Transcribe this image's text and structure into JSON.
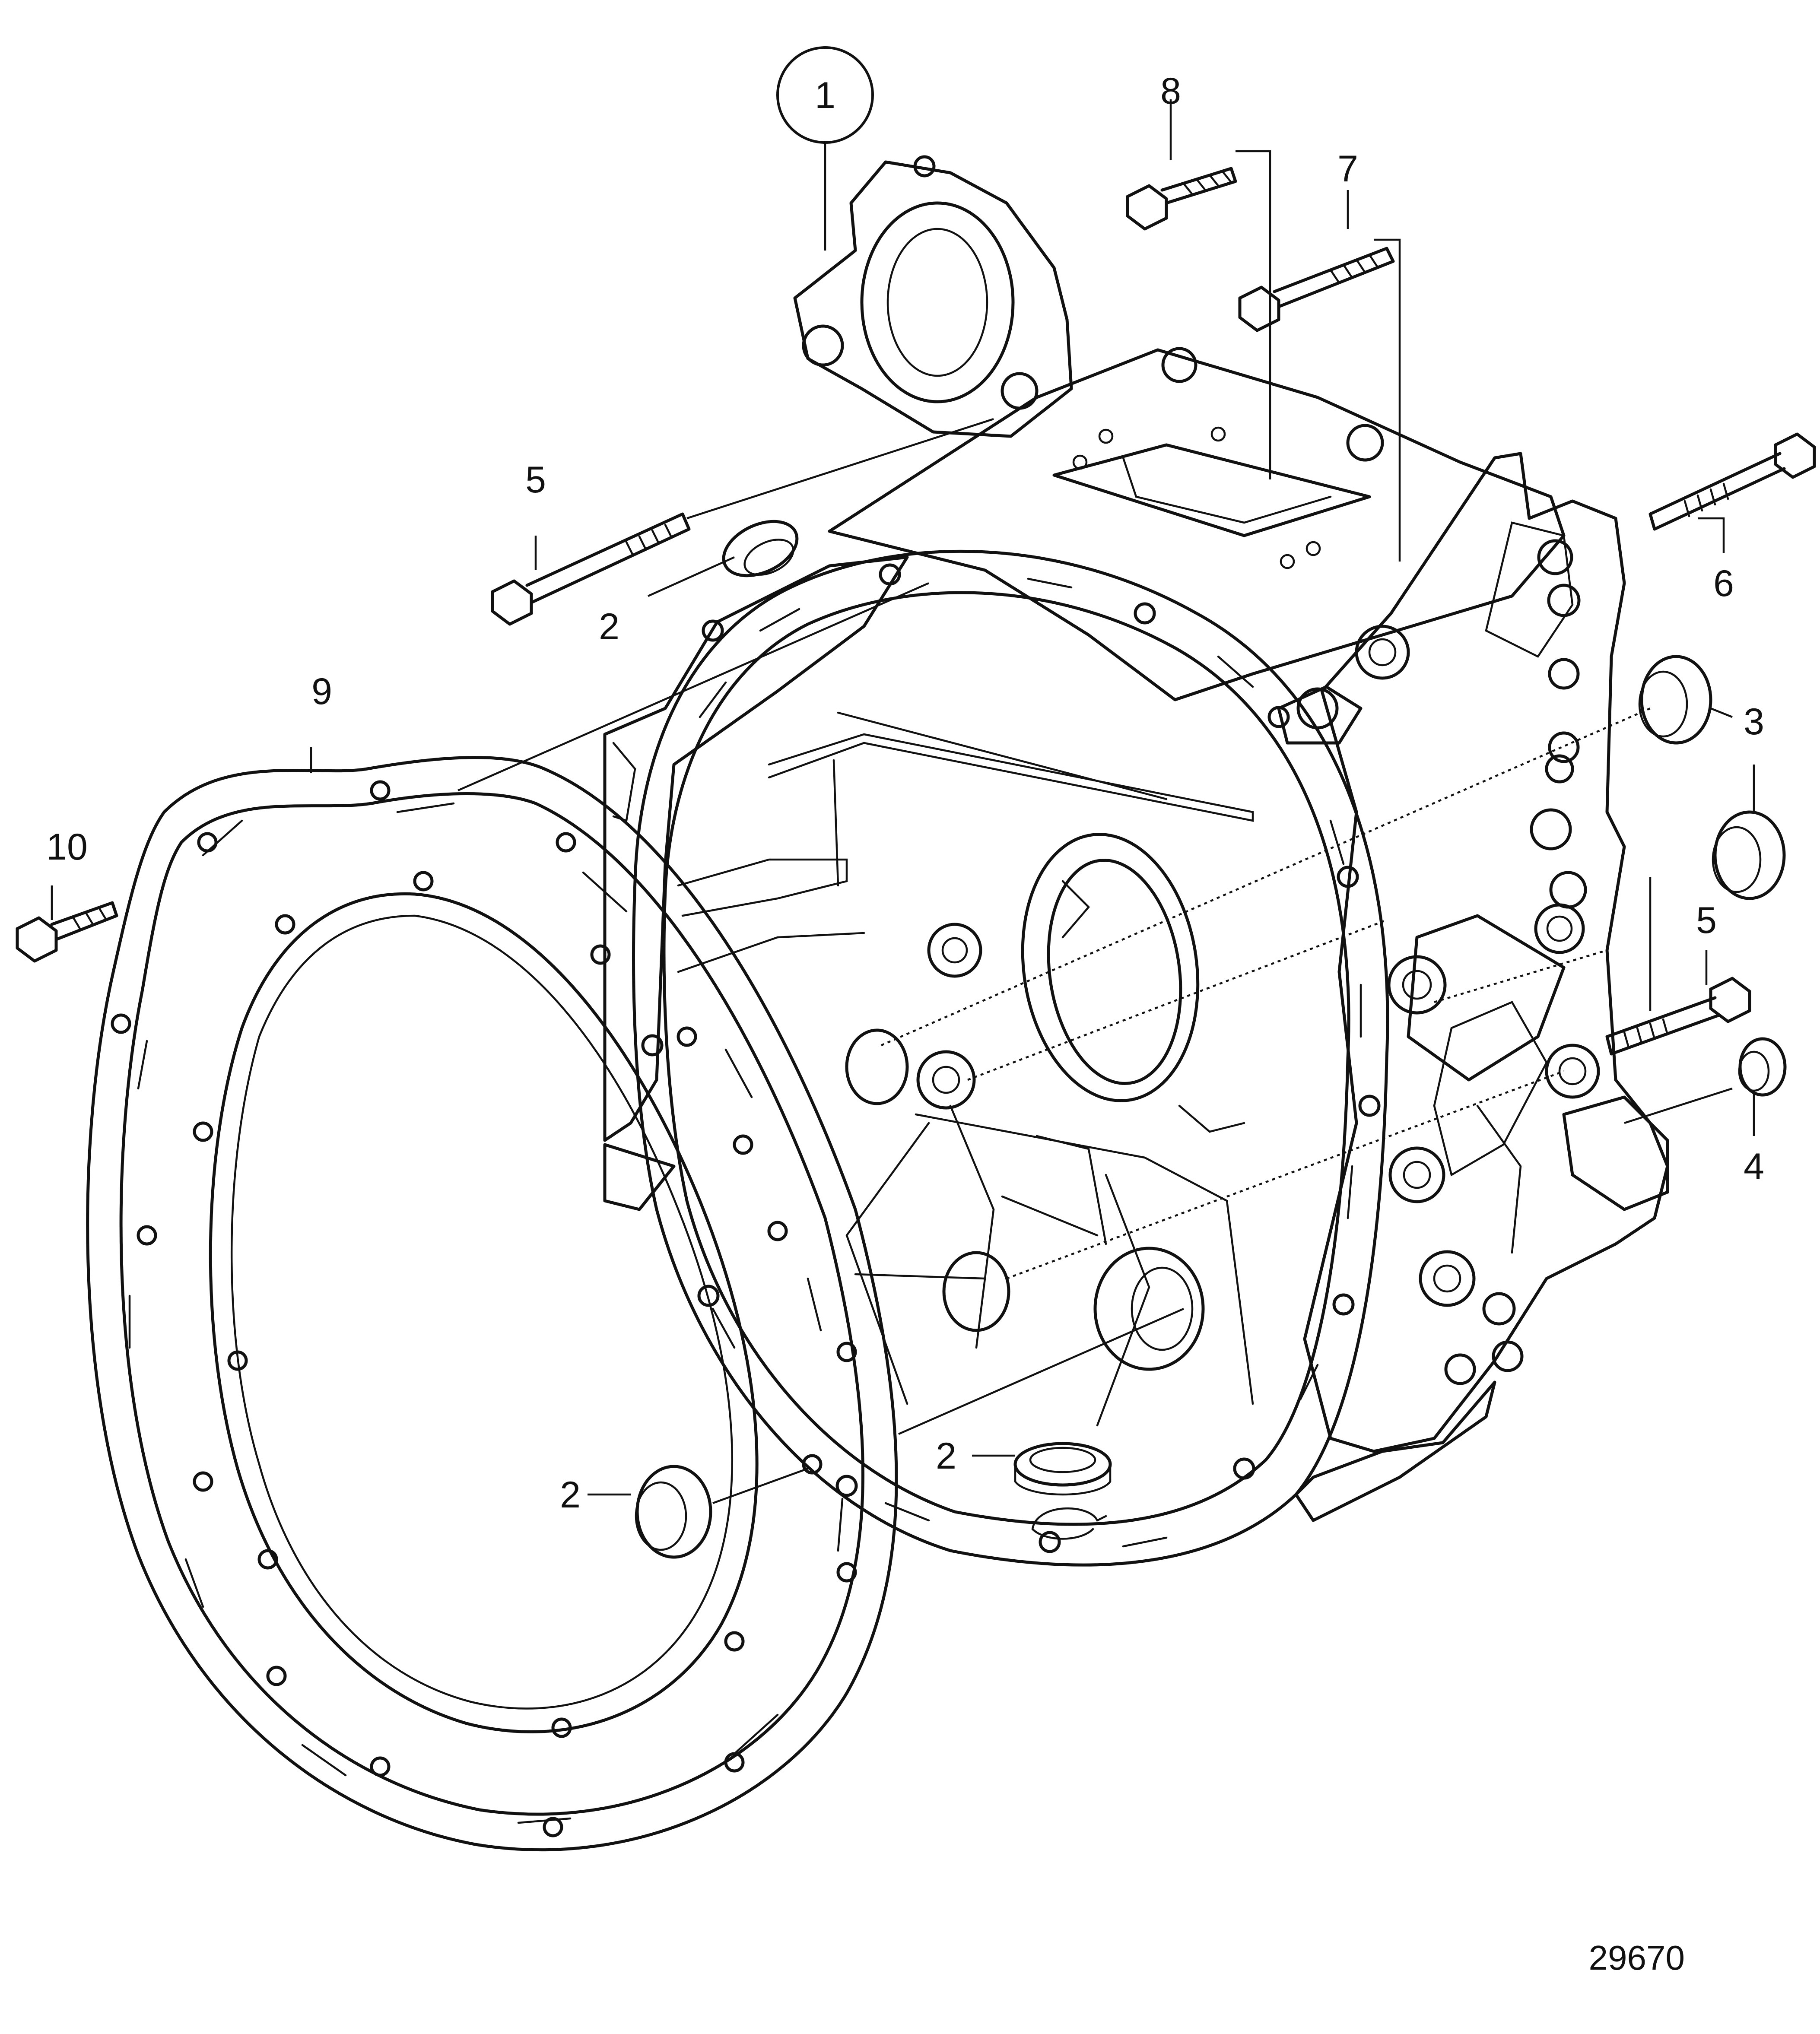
{
  "figure": {
    "document_number": "29670"
  },
  "callouts": [
    {
      "id": "c1",
      "label": "1",
      "circled": true
    },
    {
      "id": "c2a",
      "label": "2"
    },
    {
      "id": "c2b",
      "label": "2"
    },
    {
      "id": "c2c",
      "label": "2"
    },
    {
      "id": "c3",
      "label": "3"
    },
    {
      "id": "c4",
      "label": "4"
    },
    {
      "id": "c5a",
      "label": "5"
    },
    {
      "id": "c5b",
      "label": "5"
    },
    {
      "id": "c6",
      "label": "6"
    },
    {
      "id": "c7",
      "label": "7"
    },
    {
      "id": "c8",
      "label": "8"
    },
    {
      "id": "c9",
      "label": "9"
    },
    {
      "id": "c10",
      "label": "10"
    }
  ]
}
